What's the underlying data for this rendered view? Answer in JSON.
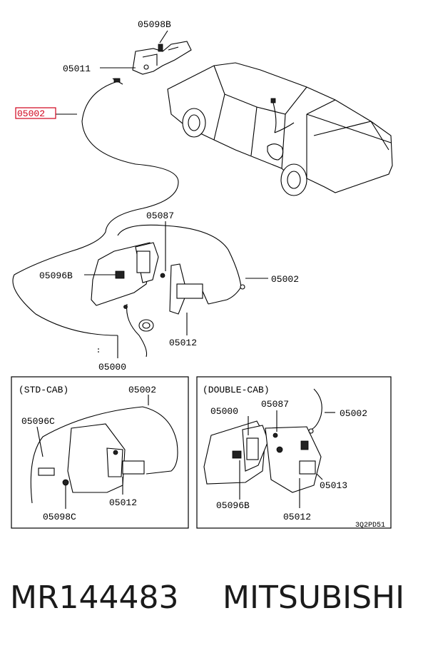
{
  "labels": {
    "p05098B": "05098B",
    "p05011": "05011",
    "p05002_top": "05002",
    "p05087_main": "05087",
    "p05096B_main": "05096B",
    "p05002_main": "05002",
    "p05012_main": "05012",
    "p05000_main": "05000"
  },
  "std_cab": {
    "title": "(STD-CAB)",
    "p05002": "05002",
    "p05096C": "05096C",
    "p05098C": "05098C",
    "p05012": "05012"
  },
  "double_cab": {
    "title": "(DOUBLE-CAB)",
    "p05000": "05000",
    "p05087": "05087",
    "p05002": "05002",
    "p05013": "05013",
    "p05096B": "05096B",
    "p05012": "05012"
  },
  "figure_code": "3Q2PD51",
  "highlight_color": "#d0021b",
  "caption": {
    "part_number": "MR144483",
    "brand": "MITSUBISHI"
  }
}
